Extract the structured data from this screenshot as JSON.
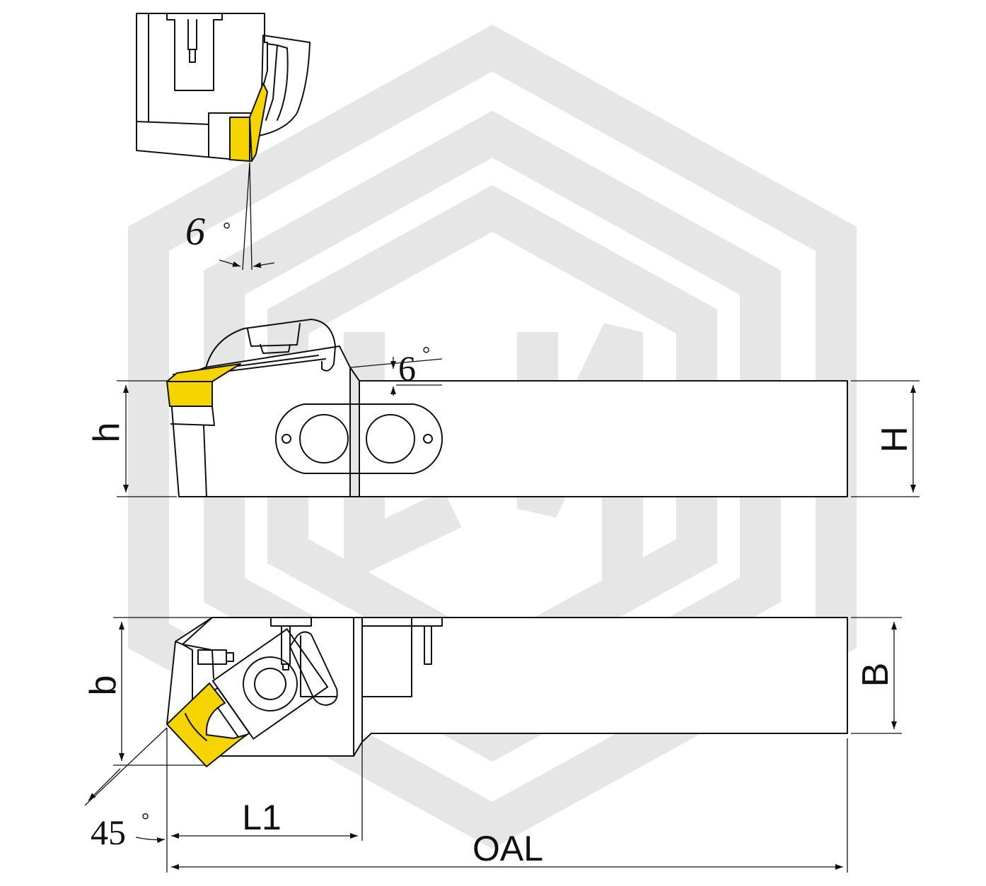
{
  "colors": {
    "insert": "#f5d400",
    "watermark": "#e6e6e6",
    "line": "#111111"
  },
  "labels": {
    "top_angle": "6",
    "side_angle": "6",
    "h": "h",
    "H": "H",
    "b": "b",
    "B": "B",
    "lead_angle": "45",
    "L1": "L1",
    "OAL": "OAL",
    "degree": "°"
  }
}
